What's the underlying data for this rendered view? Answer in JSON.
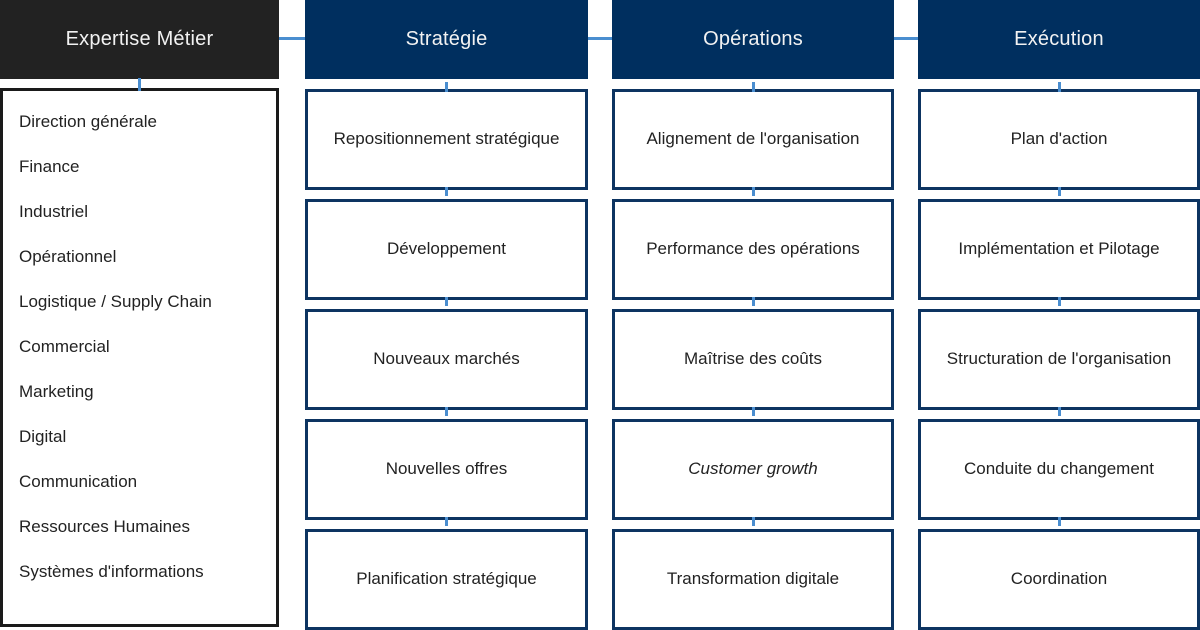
{
  "expertise": {
    "header": "Expertise Métier",
    "items": [
      "Direction générale",
      "Finance",
      "Industriel",
      "Opérationnel",
      "Logistique / Supply Chain",
      "Commercial",
      "Marketing",
      "Digital",
      "Communication",
      "Ressources Humaines",
      "Systèmes d'informations"
    ]
  },
  "columns": [
    {
      "header": "Stratégie",
      "boxes": [
        {
          "label": "Repositionnement stratégique",
          "italic": false
        },
        {
          "label": "Développement",
          "italic": false
        },
        {
          "label": "Nouveaux marchés",
          "italic": false
        },
        {
          "label": "Nouvelles offres",
          "italic": false
        },
        {
          "label": "Planification stratégique",
          "italic": false
        }
      ]
    },
    {
      "header": "Opérations",
      "boxes": [
        {
          "label": "Alignement de l'organisation",
          "italic": false
        },
        {
          "label": "Performance des opérations",
          "italic": false
        },
        {
          "label": "Maîtrise des coûts",
          "italic": false
        },
        {
          "label": "Customer growth",
          "italic": true
        },
        {
          "label": "Transformation digitale",
          "italic": false
        }
      ]
    },
    {
      "header": "Exécution",
      "boxes": [
        {
          "label": "Plan d'action",
          "italic": false
        },
        {
          "label": "Implémentation et Pilotage",
          "italic": false
        },
        {
          "label": "Structuration de l'organisation",
          "italic": false
        },
        {
          "label": "Conduite du changement",
          "italic": false
        },
        {
          "label": "Coordination",
          "italic": false
        }
      ]
    }
  ],
  "colors": {
    "expertise_header_bg": "#222222",
    "column_header_bg": "#002F5F",
    "connector": "#4a8ed0",
    "box_border": "#0d3461",
    "panel_border": "#1a1a1a",
    "text": "#222222",
    "header_text": "#f2f2f2"
  }
}
